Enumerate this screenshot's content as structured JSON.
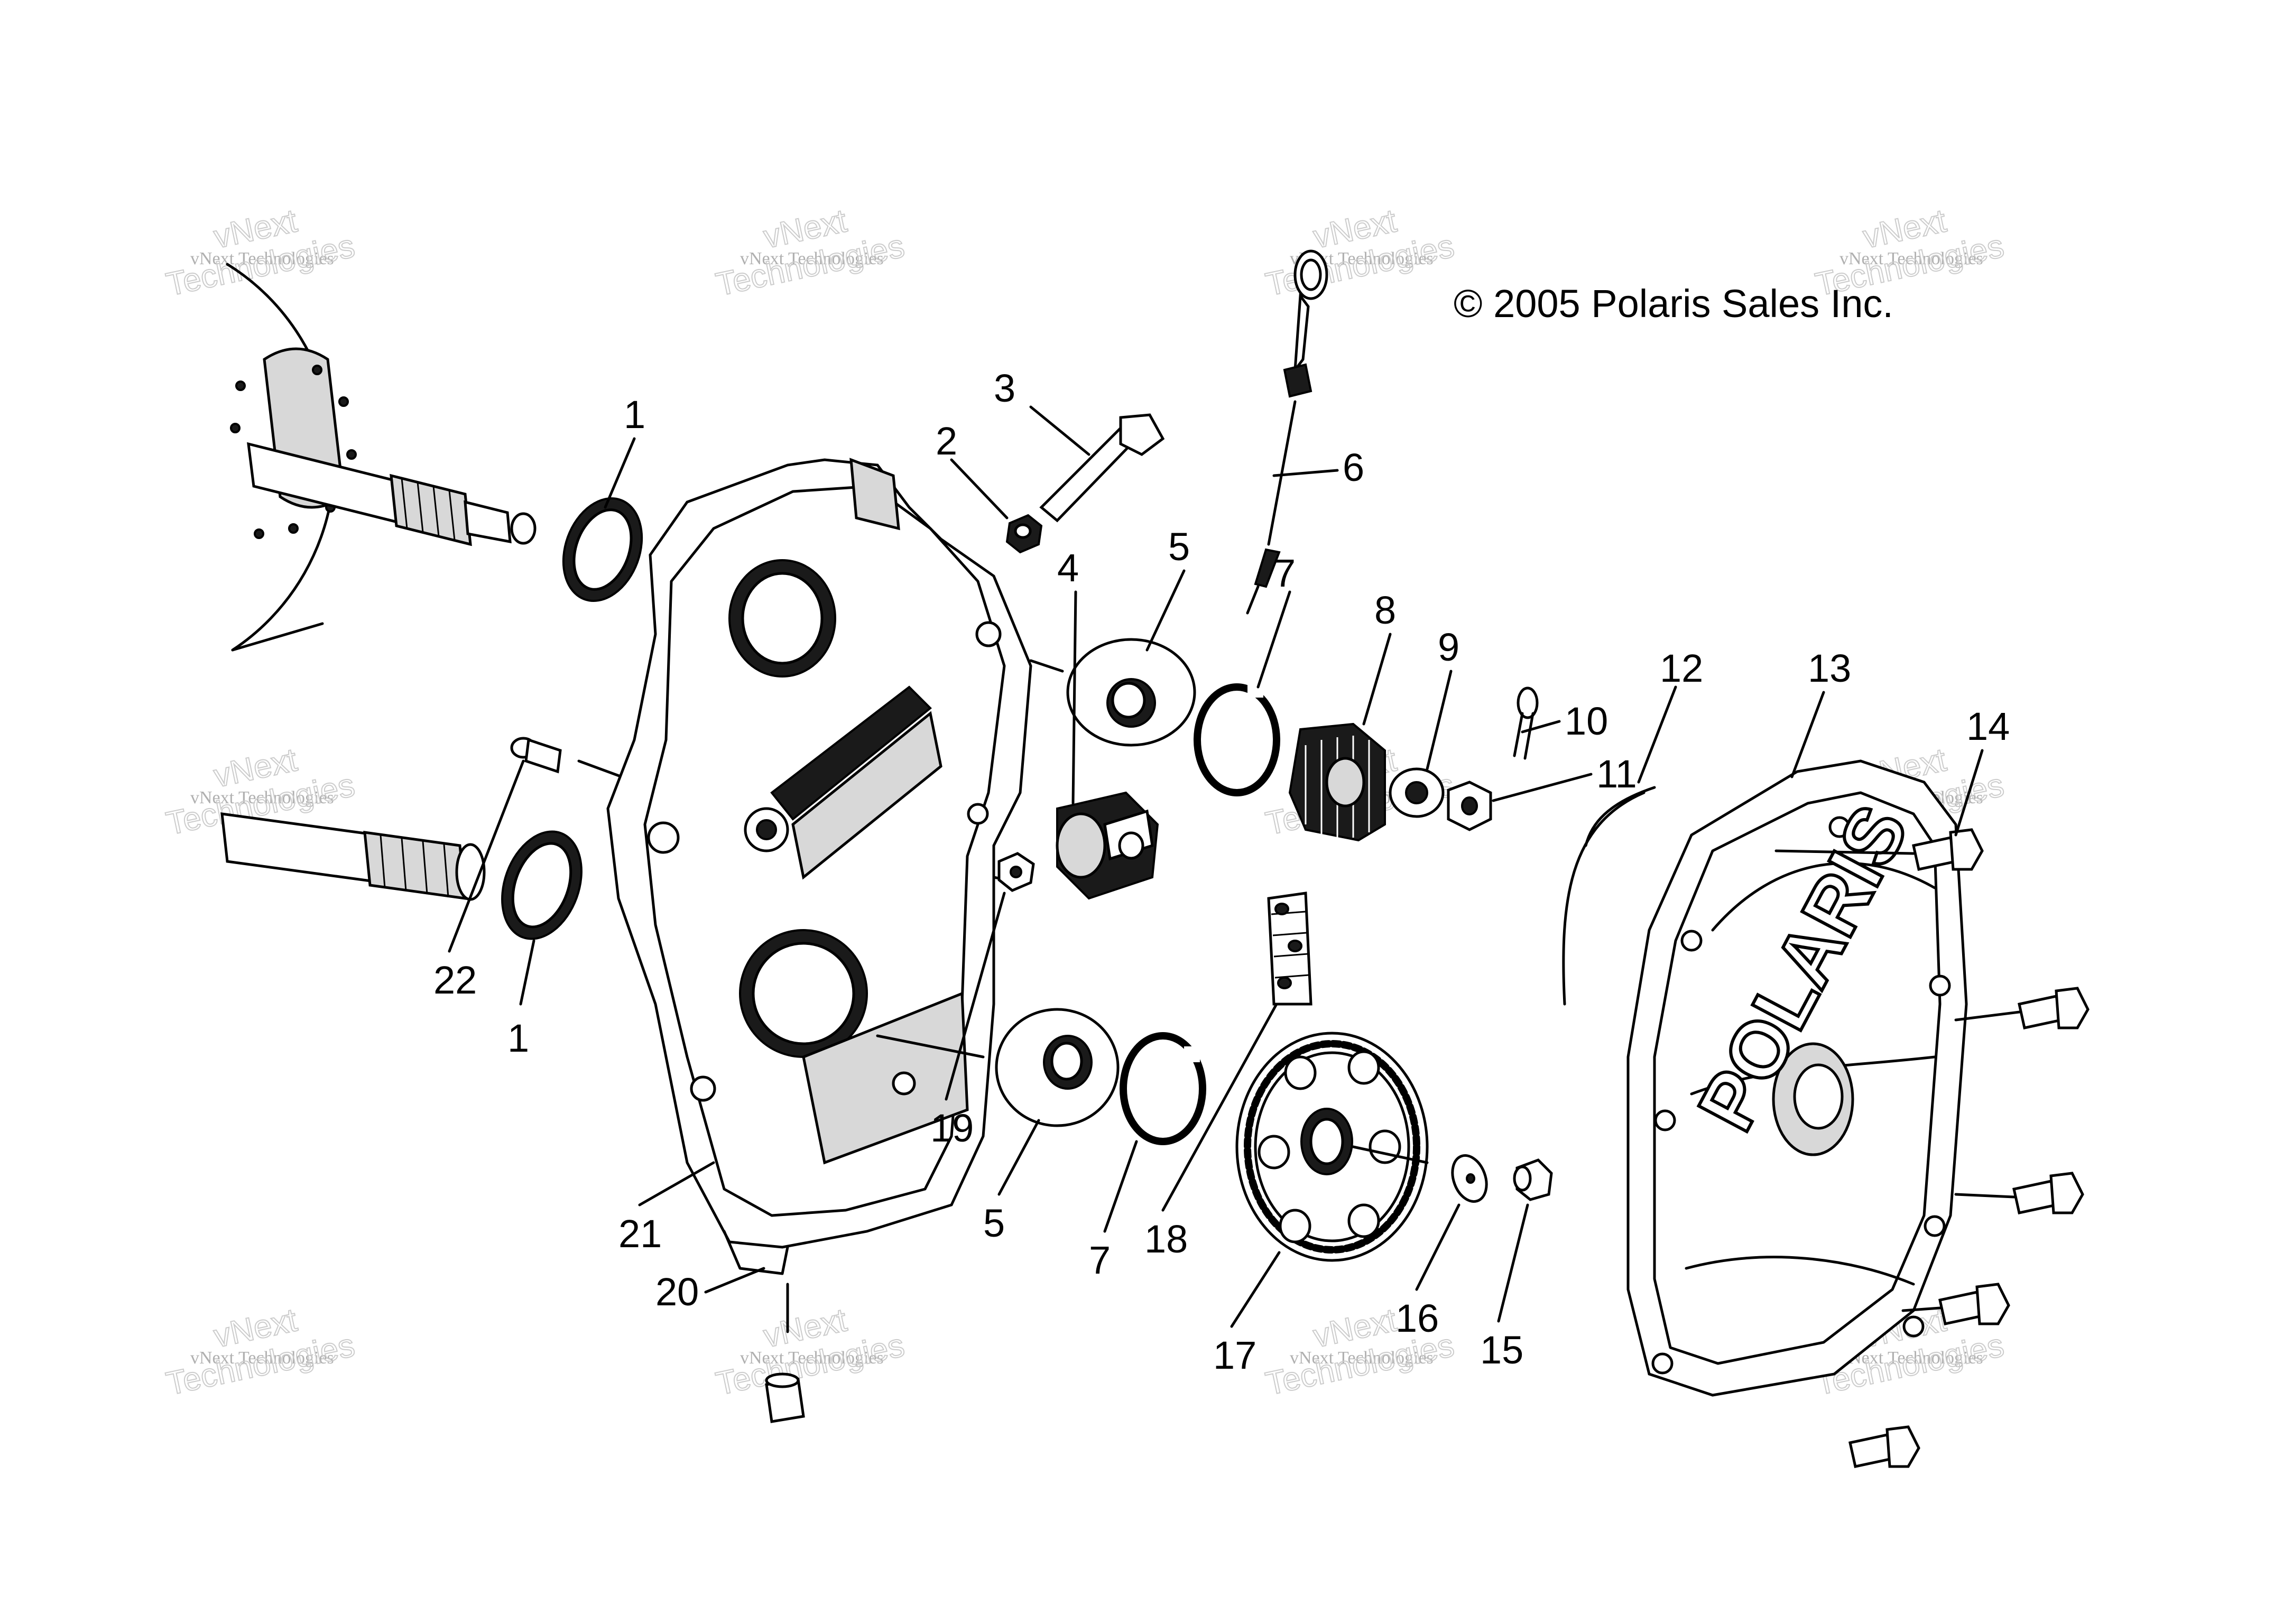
{
  "copyright": "© 2005 Polaris Sales Inc.",
  "brand_text": "POLARIS",
  "watermark": {
    "line1": "vNext Technologies",
    "line2": "vNext",
    "line3": "Technologies"
  },
  "callouts": [
    {
      "id": "c1a",
      "label": "1"
    },
    {
      "id": "c1b",
      "label": "1"
    },
    {
      "id": "c2",
      "label": "2"
    },
    {
      "id": "c3",
      "label": "3"
    },
    {
      "id": "c4",
      "label": "4"
    },
    {
      "id": "c5a",
      "label": "5"
    },
    {
      "id": "c5b",
      "label": "5"
    },
    {
      "id": "c6",
      "label": "6"
    },
    {
      "id": "c7a",
      "label": "7"
    },
    {
      "id": "c7b",
      "label": "7"
    },
    {
      "id": "c8",
      "label": "8"
    },
    {
      "id": "c9",
      "label": "9"
    },
    {
      "id": "c10",
      "label": "10"
    },
    {
      "id": "c11",
      "label": "11"
    },
    {
      "id": "c12",
      "label": "12"
    },
    {
      "id": "c13",
      "label": "13"
    },
    {
      "id": "c14",
      "label": "14"
    },
    {
      "id": "c15",
      "label": "15"
    },
    {
      "id": "c16",
      "label": "16"
    },
    {
      "id": "c17",
      "label": "17"
    },
    {
      "id": "c18",
      "label": "18"
    },
    {
      "id": "c19",
      "label": "19"
    },
    {
      "id": "c20",
      "label": "20"
    },
    {
      "id": "c21",
      "label": "21"
    },
    {
      "id": "c22",
      "label": "22"
    }
  ]
}
